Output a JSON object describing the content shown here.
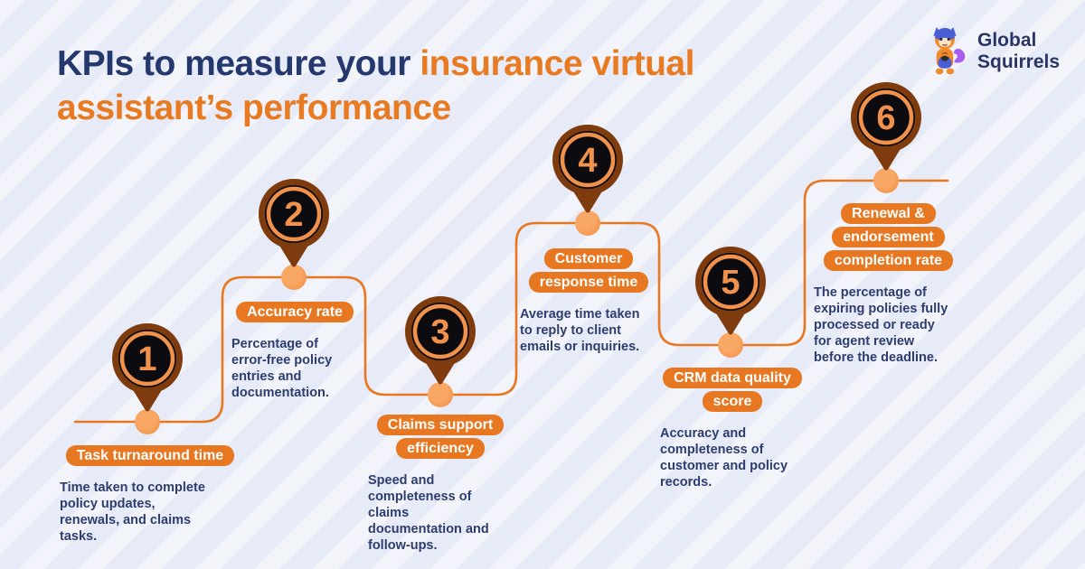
{
  "header": {
    "title_navy": "KPIs to measure your ",
    "title_orange_line1": "insurance virtual",
    "title_orange_line2": "assistant’s performance"
  },
  "logo": {
    "name_line1": "Global",
    "name_line2": "Squirrels"
  },
  "steps": [
    {
      "number": "1",
      "label": "Task turnaround time",
      "description": "Time taken to complete\npolicy updates,\nrenewals, and claims\ntasks."
    },
    {
      "number": "2",
      "label": "Accuracy rate",
      "description": "Percentage of\nerror-free policy\nentries and\ndocumentation."
    },
    {
      "number": "3",
      "label": "Claims support\nefficiency",
      "description": "Speed and\ncompleteness of\nclaims\ndocumentation and\nfollow-ups."
    },
    {
      "number": "4",
      "label": "Customer\nresponse time",
      "description": "Average time taken\nto reply to client\nemails or inquiries."
    },
    {
      "number": "5",
      "label": "CRM data quality\nscore",
      "description": "Accuracy and\ncompleteness of\ncustomer and policy\nrecords."
    },
    {
      "number": "6",
      "label": "Renewal &\nendorsement\ncompletion rate",
      "description": "The percentage of\nexpiring policies fully\nprocessed or ready\nfor agent review\nbefore the deadline."
    }
  ],
  "colors": {
    "background": "#E7EBF7",
    "navy_text": "#25386E",
    "accent_orange": "#E87722",
    "marker_brown": "#7E3C0E",
    "marker_ring_orange": "#F0914C",
    "marker_center_black": "#0C0C10",
    "badge_text": "#FFFFFF"
  }
}
